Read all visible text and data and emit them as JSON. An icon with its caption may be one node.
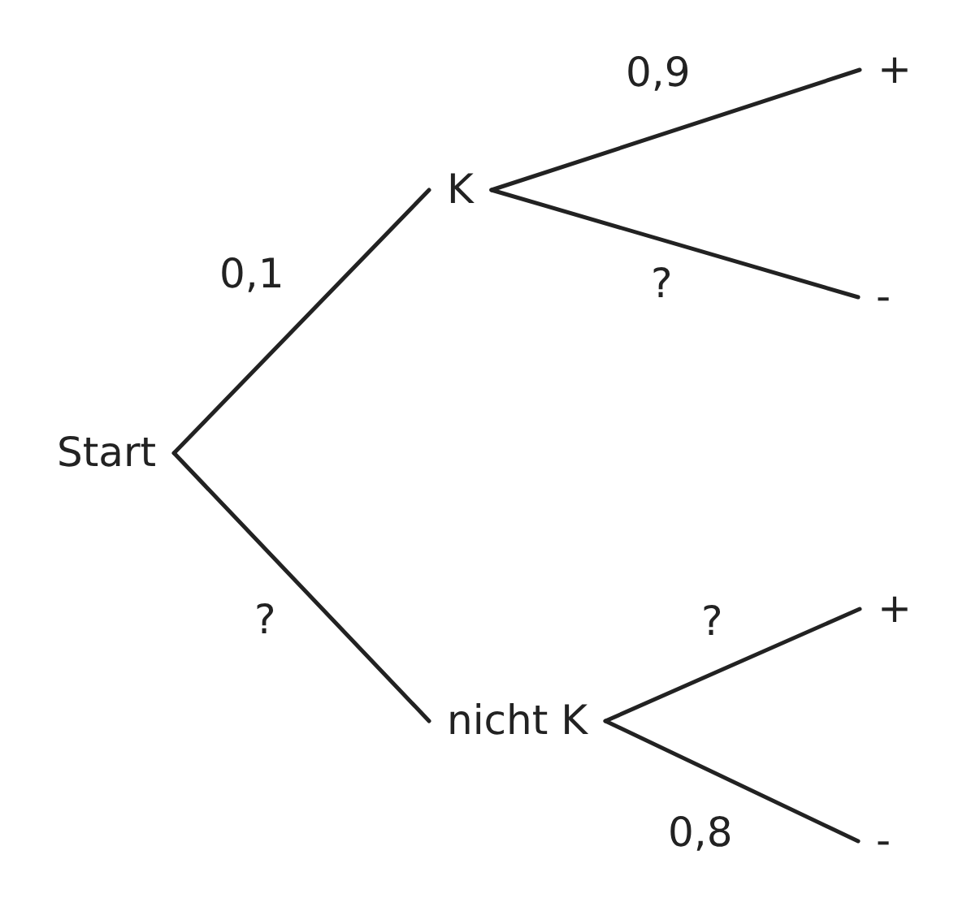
{
  "diagram": {
    "nodes": [
      {
        "text": [
          "Start"
        ]
      },
      {
        "text": [
          "K"
        ]
      },
      {
        "text": [
          "nicht K"
        ]
      },
      {
        "text": [
          "+"
        ]
      },
      {
        "text": [
          "-"
        ]
      },
      {
        "text": [
          "+"
        ]
      },
      {
        "text": [
          "-"
        ]
      }
    ],
    "edges": [
      {
        "from": 0,
        "to": 1,
        "arrow": "none",
        "label": "0,1"
      },
      {
        "from": 0,
        "to": 2,
        "arrow": "none",
        "label": "?"
      },
      {
        "from": 1,
        "to": 3,
        "arrow": "none",
        "label": "0,9"
      },
      {
        "from": 1,
        "to": 4,
        "arrow": "none",
        "label": "?"
      },
      {
        "from": 2,
        "to": 5,
        "arrow": "none",
        "label": "?"
      },
      {
        "from": 2,
        "to": 6,
        "arrow": "none",
        "label": "0,8"
      }
    ]
  }
}
